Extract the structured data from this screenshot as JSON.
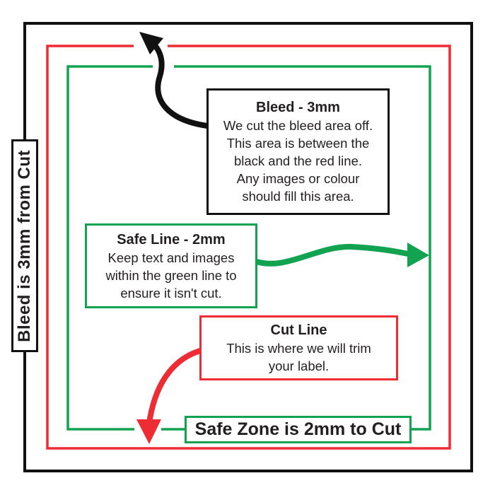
{
  "colors": {
    "bleed_line": "#111111",
    "cut_line": "#ed2c33",
    "safe_line": "#12a350",
    "text": "#231f20"
  },
  "side_label": "Bleed is 3mm from Cut",
  "boxes": {
    "bleed": {
      "title": "Bleed - 3mm",
      "body": "We cut the bleed area off.\nThis area is between the\nblack and the red line.\nAny images or colour\nshould fill this area."
    },
    "safe_line": {
      "title": "Safe Line - 2mm",
      "body": "Keep text and images\nwithin the green line to\nensure it isn't cut."
    },
    "cut_line": {
      "title": "Cut Line",
      "body": "This is where we will trim\nyour label."
    },
    "safe_zone": {
      "label": "Safe Zone is 2mm to Cut"
    }
  },
  "icons": {
    "black_arrow": "arrow pointing to top bleed edge",
    "green_arrow": "arrow pointing to right safe line",
    "red_arrow": "arrow pointing to bottom cut line"
  }
}
